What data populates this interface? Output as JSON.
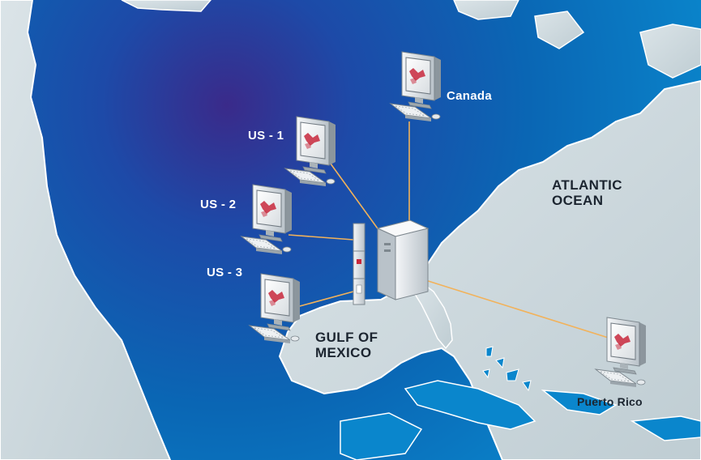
{
  "labels": {
    "canada": "Canada",
    "us1": "US - 1",
    "us2": "US - 2",
    "us3": "US - 3",
    "atlantic_line1": "ATLANTIC",
    "atlantic_line2": "OCEAN",
    "gulf_line1": "GULF OF",
    "gulf_line2": "MEXICO",
    "puerto_rico": "Puerto Rico"
  },
  "colors": {
    "ocean": "#0a66b4",
    "land": "#cdd9de",
    "connection": "#f2b25a",
    "screen_logo": "#c8283c"
  },
  "icons": [
    "workstation-icon",
    "server-icon"
  ]
}
